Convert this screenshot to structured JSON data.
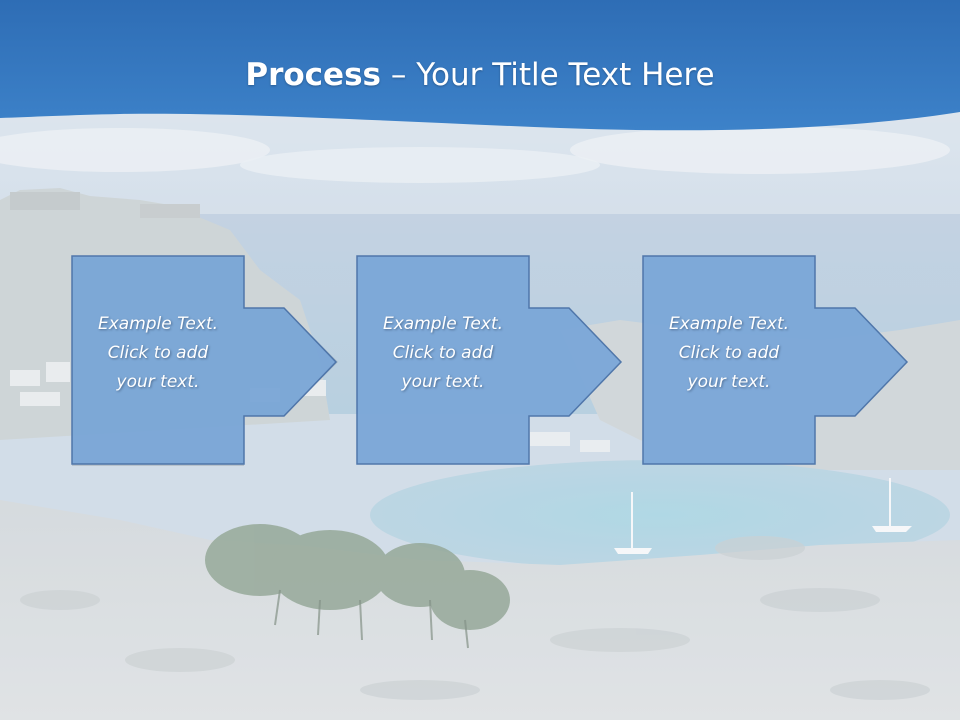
{
  "slide": {
    "title_bold": "Process",
    "title_rest": " – Your Title Text Here"
  },
  "steps": [
    {
      "line1": "Example Text.",
      "line2": "Click  to add",
      "line3": "your text."
    },
    {
      "line1": "Example Text.",
      "line2": "Click  to add",
      "line3": "your text."
    },
    {
      "line1": "Example Text.",
      "line2": "Click  to add",
      "line3": "your text."
    }
  ],
  "colors": {
    "header_blue": "#3a78c0",
    "box_fill": "#7ba7d8",
    "box_border": "#4a72a8"
  }
}
